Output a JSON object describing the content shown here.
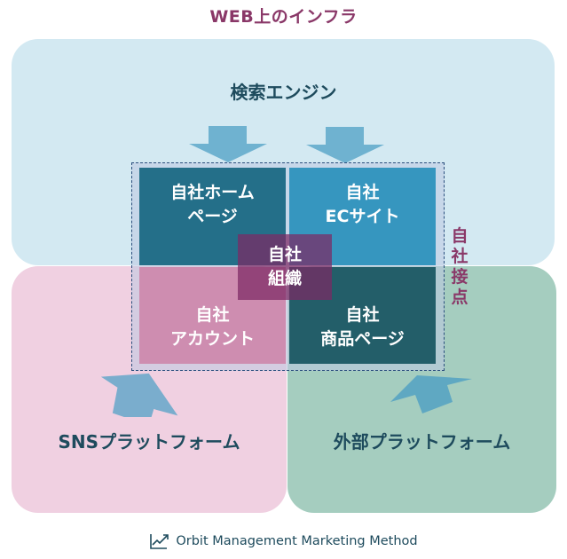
{
  "title": "WEB上のインフラ",
  "regions": {
    "search_engine": "検索エンジン",
    "sns_platform": "SNSプラットフォーム",
    "external_platform": "外部プラットフォーム"
  },
  "contact_points": {
    "label_chars": [
      "自",
      "社",
      "接",
      "点"
    ],
    "homepage": [
      "自社ホーム",
      "ページ"
    ],
    "ec_site": [
      "自社",
      "ECサイト"
    ],
    "account": [
      "自社",
      "アカウント"
    ],
    "product_page": [
      "自社",
      "商品ページ"
    ]
  },
  "organization": [
    "自社",
    "組織"
  ],
  "footer": {
    "icon": "chart-growth-icon",
    "text": "Orbit Management Marketing Method"
  },
  "colors": {
    "title": "#8a3868",
    "search_region": "#d3e9f2",
    "sns_region": "#f0d0e1",
    "external_region": "#a5cdbf",
    "homepage_tile": "#246f89",
    "ec_tile": "#3696bf",
    "account_tile": "#ce8db0",
    "product_tile": "#235e69",
    "organization_tile": "#7d2864",
    "arrow": "#6fb2d0",
    "label_text": "#1e4b5d"
  }
}
